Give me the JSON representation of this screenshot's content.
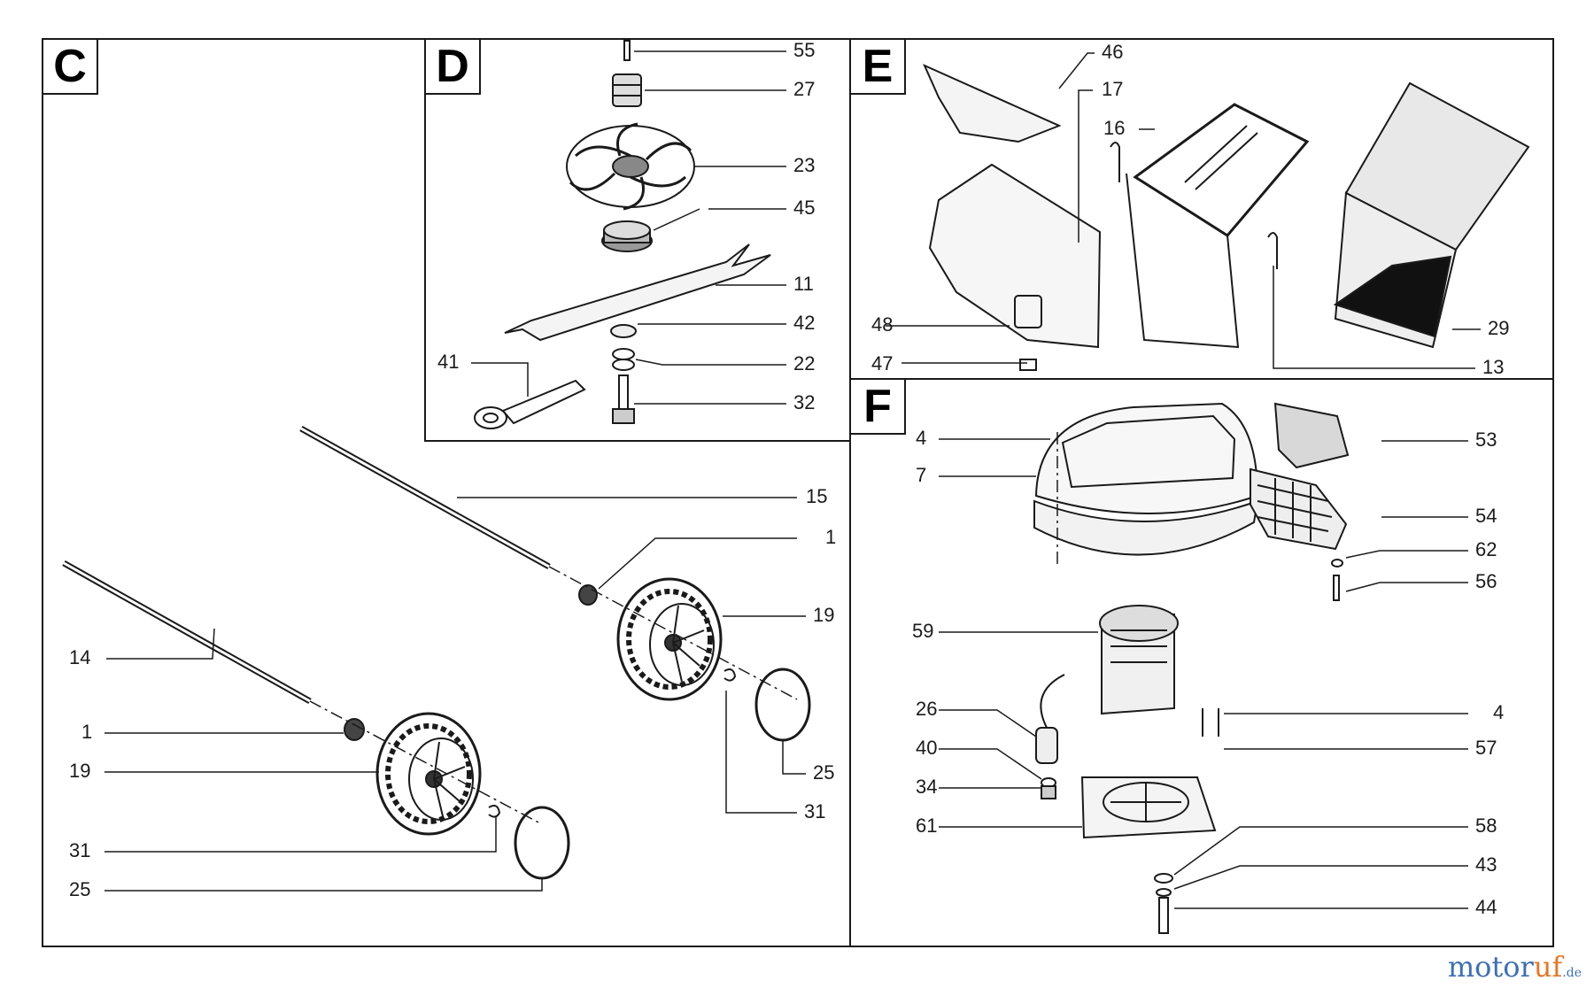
{
  "sections": [
    {
      "id": "C"
    },
    {
      "id": "D"
    },
    {
      "id": "E"
    },
    {
      "id": "F"
    }
  ],
  "labels": {
    "C": [
      "15",
      "1",
      "19",
      "14",
      "1",
      "19",
      "25",
      "31",
      "31",
      "25"
    ],
    "D": [
      "55",
      "27",
      "23",
      "45",
      "11",
      "42",
      "22",
      "41",
      "32"
    ],
    "E": [
      "46",
      "17",
      "16",
      "48",
      "47",
      "29",
      "13"
    ],
    "F": [
      "4",
      "7",
      "53",
      "54",
      "62",
      "56",
      "59",
      "26",
      "40",
      "34",
      "61",
      "4",
      "57",
      "58",
      "43",
      "44"
    ]
  },
  "watermark": {
    "part1": "motor",
    "part2": "uf",
    "part3": ".de"
  },
  "colors": {
    "line": "#1a1a1a",
    "watermark_blue": "#3f6fb0",
    "watermark_orange": "#e0782a"
  }
}
